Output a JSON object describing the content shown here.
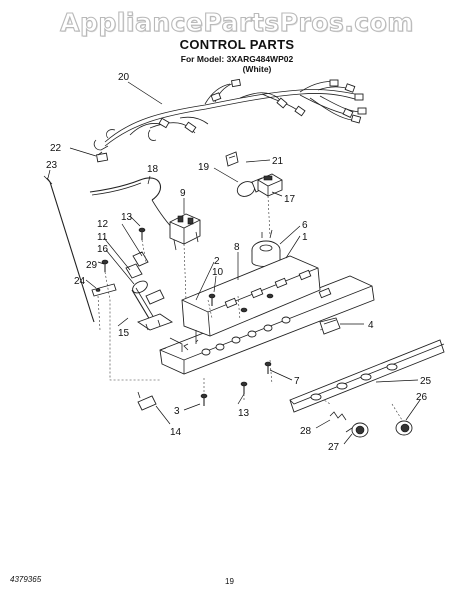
{
  "watermark": "AppliancePartsPros.com",
  "header": {
    "title": "CONTROL PARTS",
    "model_line": "For Model: 3XARG484WP02",
    "color_line": "(White)"
  },
  "callouts": {
    "c1": "1",
    "c2": "2",
    "c3": "3",
    "c4": "4",
    "c6": "6",
    "c7": "7",
    "c8": "8",
    "c9": "9",
    "c10": "10",
    "c11": "11",
    "c12": "12",
    "c13a": "13",
    "c13b": "13",
    "c14": "14",
    "c15": "15",
    "c16": "16",
    "c17": "17",
    "c18": "18",
    "c19": "19",
    "c20": "20",
    "c21": "21",
    "c22": "22",
    "c23": "23",
    "c24": "24",
    "c25": "25",
    "c26": "26",
    "c27": "27",
    "c28": "28",
    "c29": "29"
  },
  "footer": {
    "doc_number": "4379365",
    "page_number": "19"
  }
}
